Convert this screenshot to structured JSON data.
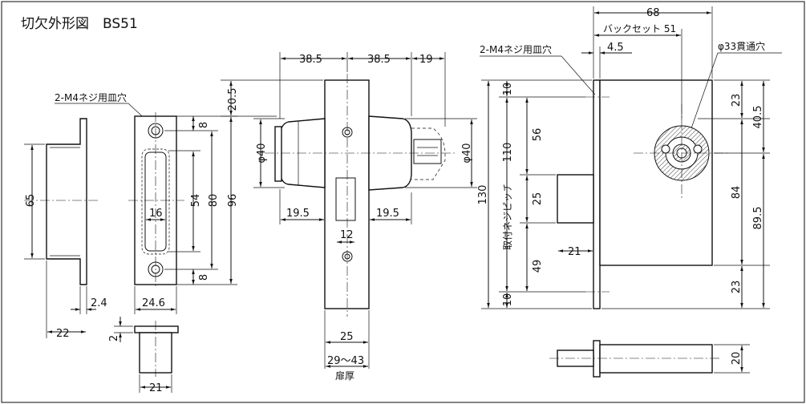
{
  "title": "切欠外形図　BS51",
  "labels": {
    "screw_holes_left": "2-M4ネジ用皿穴",
    "screw_holes_right": "2-M4ネジ用皿穴",
    "backset": "バックセット 51",
    "through_hole": "φ33貫通穴",
    "mount_pitch": "取付ネジピッチ",
    "door_thickness": "扉厚"
  },
  "dims": {
    "d65": "65",
    "d2_4": "2.4",
    "d22": "22",
    "d8a": "8",
    "d8b": "8",
    "d16": "16",
    "d54": "54",
    "d80": "80",
    "d96": "96",
    "d24_6": "24.6",
    "d2": "2",
    "d21a": "21",
    "d38_5a": "38.5",
    "d38_5b": "38.5",
    "d19": "19",
    "d20_5": "20.5",
    "phi40a": "φ40",
    "phi40b": "φ40",
    "d19_5a": "19.5",
    "d19_5b": "19.5",
    "d12": "12",
    "d25a": "25",
    "d29_43": "29～43",
    "d68": "68",
    "d4_5": "4.5",
    "d10a": "10",
    "d56": "56",
    "d110": "110",
    "d25b": "25",
    "d49": "49",
    "d10b": "10",
    "d130": "130",
    "d21b": "21",
    "d23a": "23",
    "d40_5": "40.5",
    "d84": "84",
    "d89_5": "89.5",
    "d23b": "23",
    "d20": "20"
  }
}
